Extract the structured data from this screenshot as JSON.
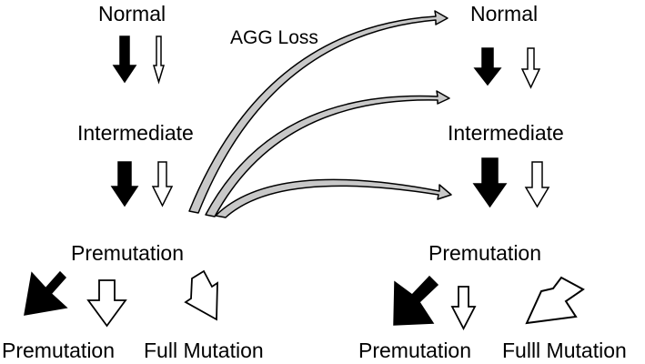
{
  "left": {
    "level_1": "Normal",
    "level_2": "Intermediate",
    "level_3": "Premutation",
    "outcome_a": "Premutation",
    "outcome_b": "Full Mutation"
  },
  "right": {
    "level_1": "Normal",
    "level_2": "Intermediate",
    "level_3": "Premutation",
    "outcome_a": "Premutation",
    "outcome_b": "Fulll Mutation"
  },
  "center": {
    "agg_loss_label": "AGG Loss"
  },
  "colors": {
    "solid_arrow": "#000000",
    "hollow_arrow": "#ffffff",
    "curved_arrow_fill": "#c8c8c8",
    "stroke": "#000000"
  }
}
